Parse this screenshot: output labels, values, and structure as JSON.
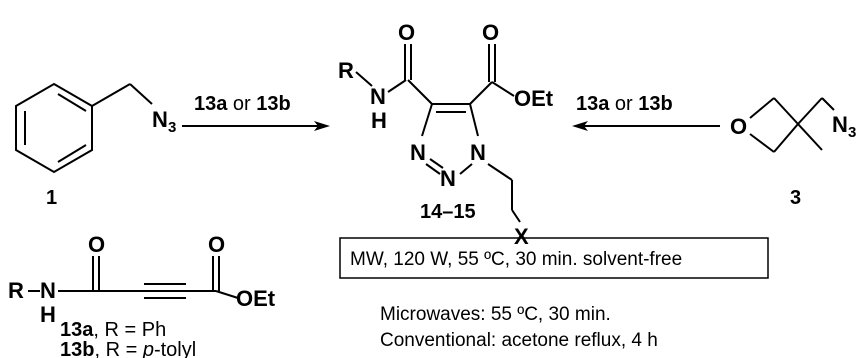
{
  "atoms": {
    "n": "N",
    "n3_main": "N",
    "n3_sub": "3",
    "o": "O",
    "h": "H",
    "r": "R",
    "x": "X",
    "oet": "OEt"
  },
  "compounds": {
    "left_start": "1",
    "right_start": "3",
    "product": "14–15"
  },
  "arrow_left_label": {
    "a": "13a",
    "or": " or ",
    "b": "13b"
  },
  "arrow_right_label": {
    "a": "13a",
    "or": " or ",
    "b": "13b"
  },
  "reagent_labels": {
    "line1_num": "13a",
    "line1_text": ", R = Ph",
    "line2_num": "13b",
    "line2_pre": ", R = ",
    "line2_italic": "p",
    "line2_post": "-tolyl"
  },
  "conditions_box": "MW, 120 W, 55 ºC, 30 min. solvent-free",
  "conditions_lines": [
    "Microwaves: 55 ºC, 30 min.",
    "Conventional: acetone reflux, 4 h"
  ]
}
